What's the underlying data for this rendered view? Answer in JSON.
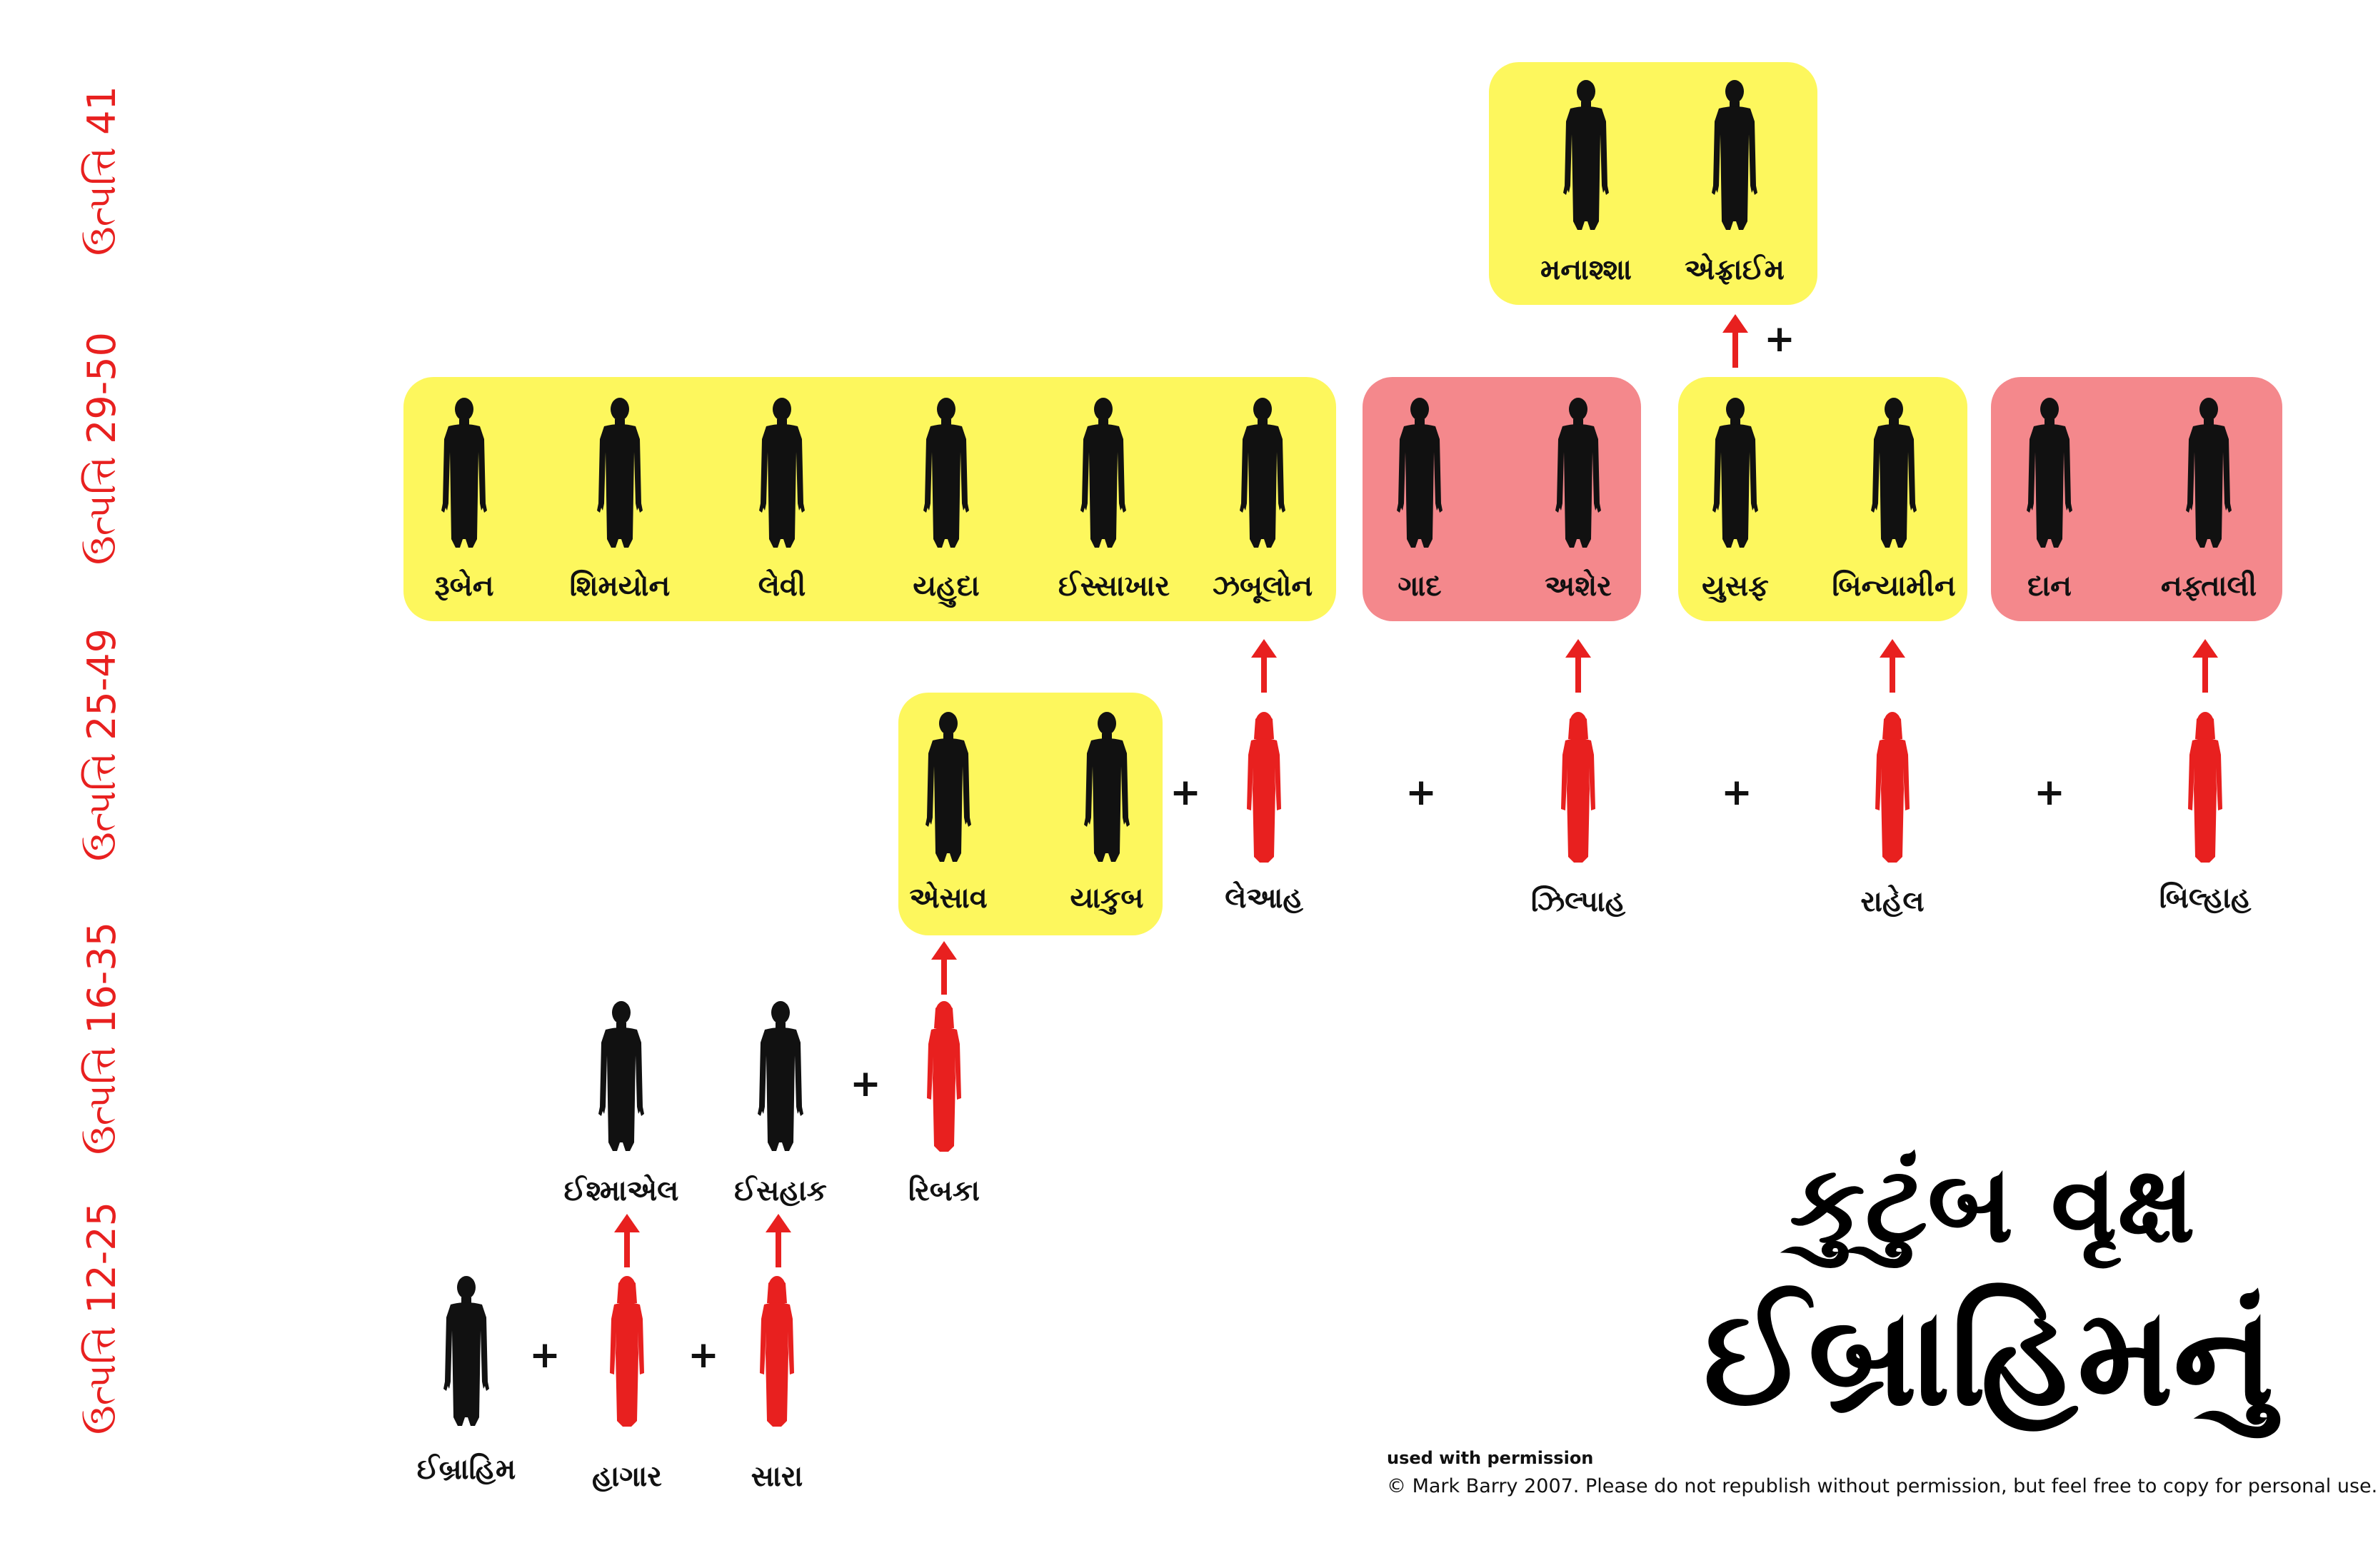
{
  "colors": {
    "yellow": "#fdf75d",
    "pink": "#f4888c",
    "red": "#e8201f",
    "black": "#111111"
  },
  "refs": [
    "ઉત્પત્તિ 41",
    "ઉત્પત્તિ 29-50",
    "ઉત્પત્તિ 25-49",
    "ઉત્પત્તિ 16-35",
    "ઉત્પત્તિ 12-25"
  ],
  "gen1": {
    "abraham": "ઈબ્રાહિમ",
    "hagar": "હાગાર",
    "sarah": "સારા"
  },
  "gen2": {
    "ishmael": "ઈશ્માએલ",
    "isaac": "ઈસહાક",
    "rebekah": "રિબકા"
  },
  "gen3": {
    "esau": "એસાવ",
    "jacob": "યાકુબ",
    "leah": "લેઆહ",
    "zilpah": "ઝિલ્પાહ",
    "rachel": "રાહેલ",
    "bilhah": "બિલ્હાહ"
  },
  "gen4": {
    "leah_sons": [
      "રૂબેન",
      "શિમયોન",
      "લેવી",
      "યહુદા",
      "ઈસ્સાખાર",
      "ઝબૂલોન"
    ],
    "zilpah_sons": [
      "ગાદ",
      "અશેર"
    ],
    "rachel_sons": [
      "યુસફ",
      "બિન્યામીન"
    ],
    "bilhah_sons": [
      "દાન",
      "નફ્તાલી"
    ]
  },
  "gen5": {
    "manasseh": "મનાશ્શા",
    "ephraim": "એફ્રાઈમ"
  },
  "plus_symbol": "+",
  "title": {
    "line1": "કુટુંબ વૃક્ષ",
    "line2": "ઈબ્રાહિમનું"
  },
  "footer": {
    "permission": "used with permission",
    "copyright": "© Mark Barry 2007. Please do not republish without permission, but feel free to copy for personal use."
  }
}
